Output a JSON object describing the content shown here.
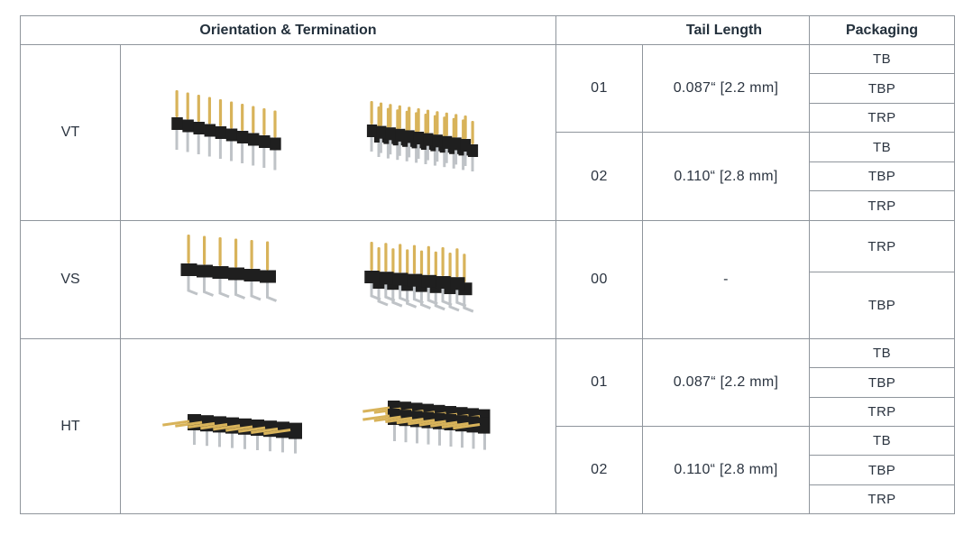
{
  "headers": {
    "orientation": "Orientation & Termination",
    "tail_length": "Tail Length",
    "packaging": "Packaging"
  },
  "rows": [
    {
      "orientation": "VT",
      "tails": [
        {
          "code": "01",
          "length": "0.087“ [2.2 mm]",
          "packaging": [
            "TB",
            "TBP",
            "TRP"
          ]
        },
        {
          "code": "02",
          "length": "0.110“ [2.8 mm]",
          "packaging": [
            "TB",
            "TBP",
            "TRP"
          ]
        }
      ]
    },
    {
      "orientation": "VS",
      "tails": [
        {
          "code": "00",
          "length": "-",
          "packaging": [
            "TRP",
            "TBP"
          ]
        }
      ]
    },
    {
      "orientation": "HT",
      "tails": [
        {
          "code": "01",
          "length": "0.087“ [2.2 mm]",
          "packaging": [
            "TB",
            "TBP",
            "TRP"
          ]
        },
        {
          "code": "02",
          "length": "0.110“ [2.8 mm]",
          "packaging": [
            "TB",
            "TBP",
            "TRP"
          ]
        }
      ]
    }
  ],
  "colors": {
    "border": "#8f959c",
    "housing": "#1f1f1f",
    "pin_gold": "#d8b35a",
    "pin_silver": "#bfc3c7"
  }
}
